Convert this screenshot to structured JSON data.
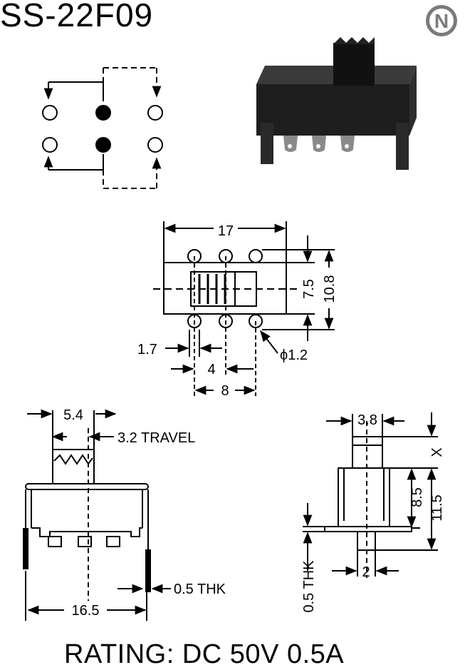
{
  "title": "SS-22F09",
  "rating": "RATING: DC 50V 0.5A",
  "logo_letter": "N",
  "top_view": {
    "width": "17",
    "pin_span": "7.5",
    "height": "10.8",
    "edge_offset": "1.7",
    "pin_pitch": "4",
    "outer_pin_span": "8",
    "hole_diameter": "ϕ1.2"
  },
  "side_view": {
    "actuator_width": "5.4",
    "travel": "3.2 TRAVEL",
    "terminal_thickness": "0.5 THK",
    "body_length": "16.5"
  },
  "end_view": {
    "actuator_width": "3.8",
    "actuator_height": "X",
    "body_height": "8.5",
    "total_height": "11.5",
    "terminal_thickness": "0.5 THK",
    "pin_width": "2"
  }
}
